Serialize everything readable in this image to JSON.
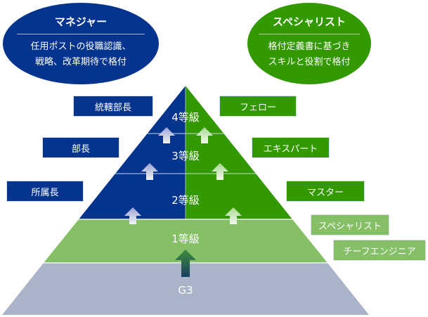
{
  "manager": {
    "title": "マネジャー",
    "desc_line1": "任用ポストの役職認識、",
    "desc_line2": "戦略、改革期待で格付"
  },
  "specialist": {
    "title": "スペシャリスト",
    "desc_line1": "格付定義書に基づき",
    "desc_line2": "スキルと役割で格付"
  },
  "left_roles": [
    "統轄部長",
    "部長",
    "所属長"
  ],
  "right_roles": [
    "フェロー",
    "エキスパート",
    "マスター",
    "スペシャリスト",
    "チーフエンジニア"
  ],
  "levels": [
    "4等級",
    "3等級",
    "2等級",
    "1等級",
    "G3"
  ],
  "colors": {
    "blue": "#05348f",
    "green": "#339900",
    "light_green": "#86c066",
    "gray": "#a9b4c8"
  }
}
